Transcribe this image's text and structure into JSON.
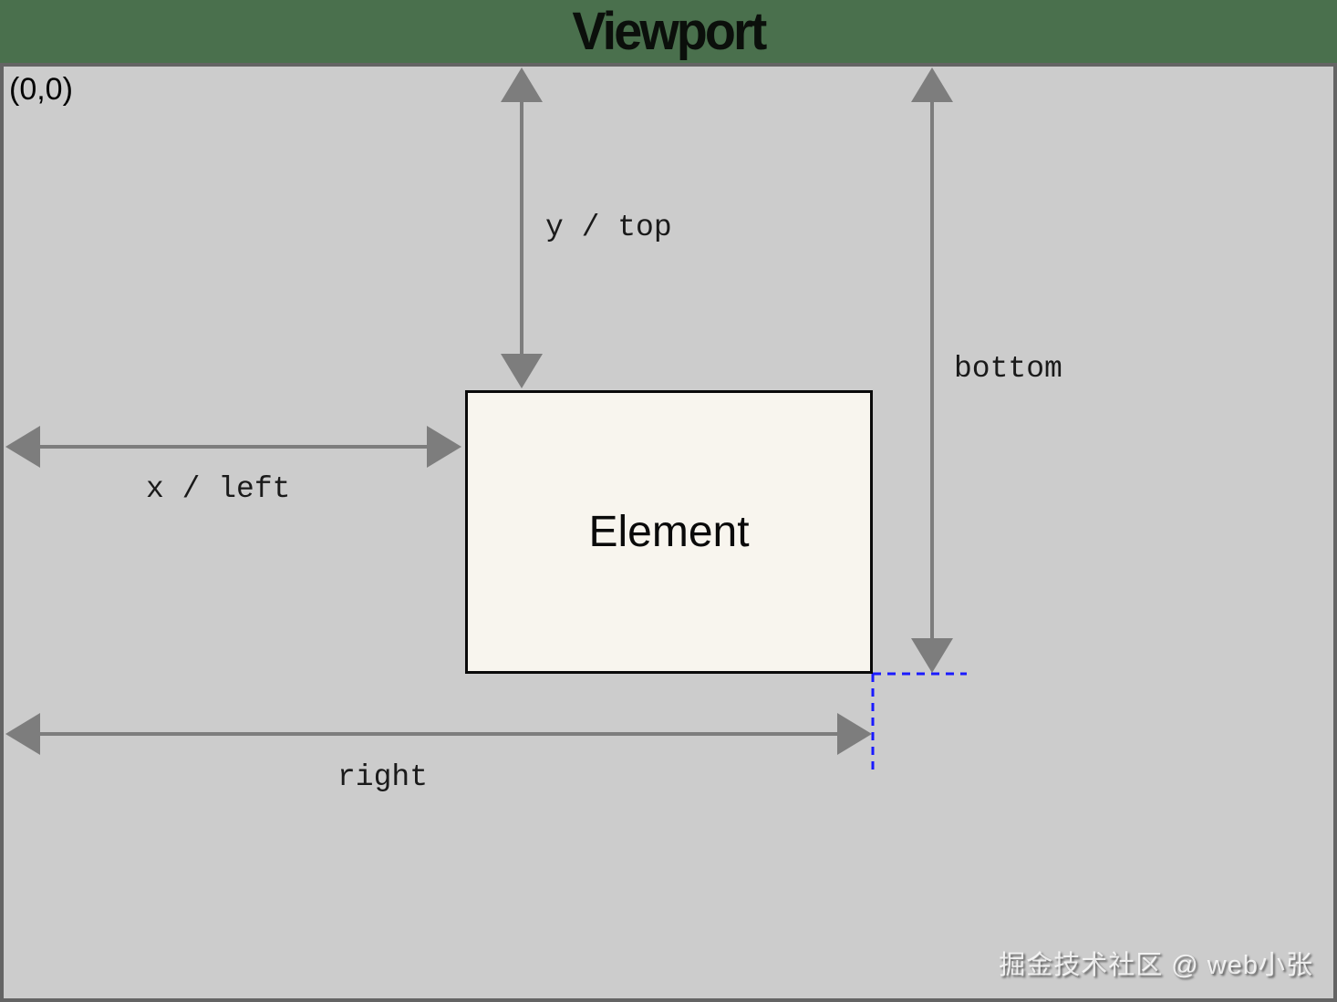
{
  "title": "Viewport",
  "origin_label": "(0,0)",
  "element": {
    "label": "Element"
  },
  "measurements": {
    "y_top": "y / top",
    "x_left": "x / left",
    "bottom": "bottom",
    "right": "right"
  },
  "watermark": "掘金技术社区 @ web小张",
  "colors": {
    "header_green": "#4A704D",
    "viewport_fill": "#CCCCCC",
    "viewport_border": "#646464",
    "arrow_gray": "#7D7D7D",
    "element_fill": "#F8F5EE",
    "element_border": "#0A0A0A",
    "guide_blue": "#1A1AFF",
    "text_black": "#000000"
  }
}
